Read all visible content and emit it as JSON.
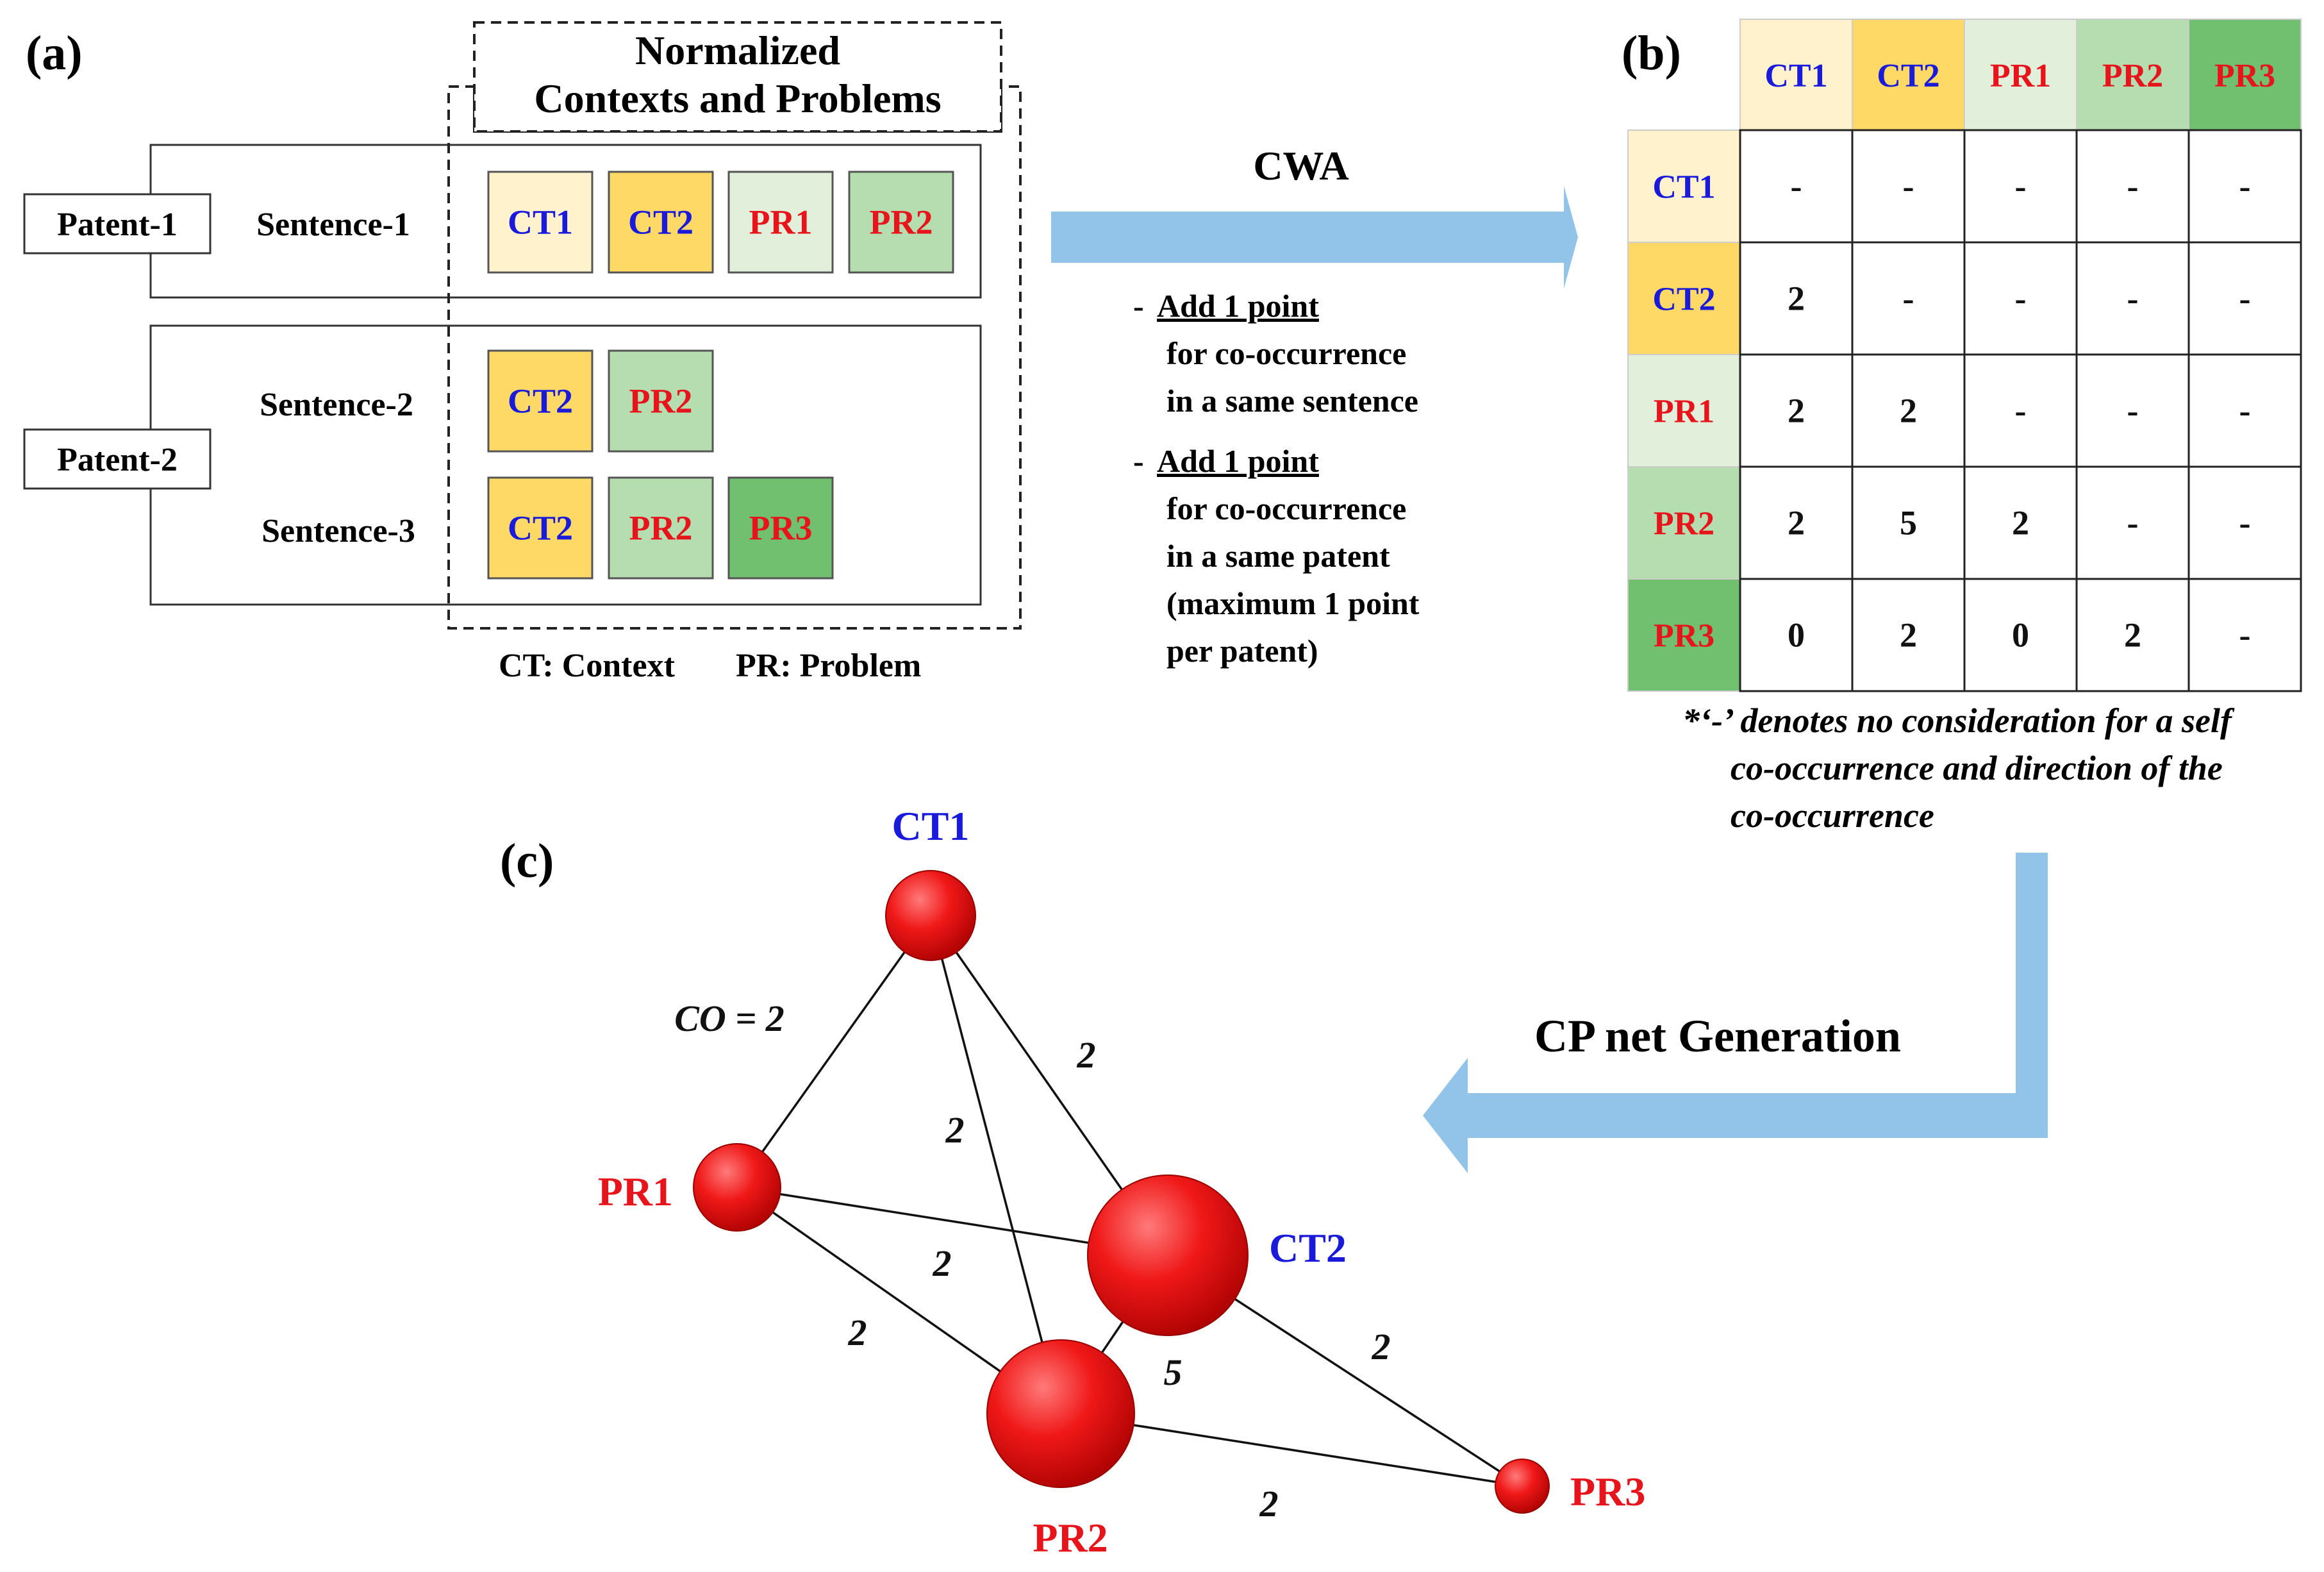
{
  "panel_a": {
    "label": "(a)",
    "norm_title_1": "Normalized",
    "norm_title_2": "Contexts and Problems",
    "patents": [
      "Patent-1",
      "Patent-2"
    ],
    "sentences": [
      {
        "name": "Sentence-1",
        "terms": [
          "CT1",
          "CT2",
          "PR1",
          "PR2"
        ]
      },
      {
        "name": "Sentence-2",
        "terms": [
          "CT2",
          "PR2"
        ]
      },
      {
        "name": "Sentence-3",
        "terms": [
          "CT2",
          "PR2",
          "PR3"
        ]
      }
    ],
    "legend_ct": "CT: Context",
    "legend_pr": "PR: Problem"
  },
  "cwa": {
    "title": "CWA",
    "rule1_dash": "-",
    "rule1_head": "Add 1 point",
    "rule1_lines": [
      "for co-occurrence",
      "in a same sentence"
    ],
    "rule2_dash": "-",
    "rule2_head": "Add 1 point",
    "rule2_lines": [
      "for co-occurrence",
      "in a same patent",
      "(maximum 1 point",
      "per patent)"
    ]
  },
  "panel_b": {
    "label": "(b)",
    "terms": [
      "CT1",
      "CT2",
      "PR1",
      "PR2",
      "PR3"
    ],
    "matrix": [
      [
        "-",
        "-",
        "-",
        "-",
        "-"
      ],
      [
        "2",
        "-",
        "-",
        "-",
        "-"
      ],
      [
        "2",
        "2",
        "-",
        "-",
        "-"
      ],
      [
        "2",
        "5",
        "2",
        "-",
        "-"
      ],
      [
        "0",
        "2",
        "0",
        "2",
        "-"
      ]
    ],
    "note_lines": [
      "*‘-’ denotes no consideration for a self",
      "co-occurrence and direction of the",
      "co-occurrence"
    ]
  },
  "cpnet": {
    "title": "CP net Generation"
  },
  "panel_c": {
    "label": "(c)",
    "nodes": [
      {
        "name": "CT1",
        "kind": "CT"
      },
      {
        "name": "CT2",
        "kind": "CT"
      },
      {
        "name": "PR1",
        "kind": "PR"
      },
      {
        "name": "PR2",
        "kind": "PR"
      },
      {
        "name": "PR3",
        "kind": "PR"
      }
    ],
    "edges": [
      {
        "from": "CT1",
        "to": "PR1",
        "label": "CO = 2"
      },
      {
        "from": "CT1",
        "to": "CT2",
        "label": "2"
      },
      {
        "from": "CT1",
        "to": "PR2",
        "label": "2"
      },
      {
        "from": "PR1",
        "to": "CT2",
        "label": "2"
      },
      {
        "from": "PR1",
        "to": "PR2",
        "label": "2"
      },
      {
        "from": "CT2",
        "to": "PR2",
        "label": "5"
      },
      {
        "from": "CT2",
        "to": "PR3",
        "label": "2"
      },
      {
        "from": "PR2",
        "to": "PR3",
        "label": "2"
      }
    ]
  },
  "colors": {
    "ct_text": "#1a1adb",
    "pr_text": "#e8141b",
    "CT1": "#fff2cc",
    "CT2": "#ffd966",
    "PR1": "#e2efda",
    "PR2": "#b5ddb0",
    "PR3": "#70c070",
    "arrow": "#91c4e8",
    "node": "#ee1111"
  }
}
